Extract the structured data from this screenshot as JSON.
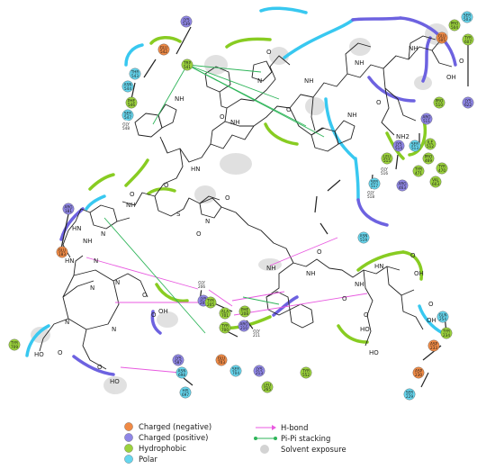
{
  "colors": {
    "negative": "#f08a45",
    "positive": "#8f86e6",
    "hydrophobic": "#9bd23c",
    "polar": "#66d6ee",
    "bond": "#222222",
    "hbond": "#e85ae0",
    "pistack": "#2fb55a",
    "solvent": "#c8c8c8",
    "pocket_blue": "#38c8f0",
    "pocket_purple": "#6d62e0",
    "pocket_green": "#88cc22"
  },
  "legend": [
    {
      "label": "Charged (negative)",
      "kind": "negative"
    },
    {
      "label": "Charged (positive)",
      "kind": "positive"
    },
    {
      "label": "Hydrophobic",
      "kind": "hydrophobic"
    },
    {
      "label": "Polar",
      "kind": "polar"
    },
    {
      "label": "H-bond",
      "kind": "hbond"
    },
    {
      "label": "Pi-Pi stacking",
      "kind": "pistack"
    },
    {
      "label": "Solvent exposure",
      "kind": "solvent"
    }
  ],
  "residues": [
    {
      "name": "SER 503",
      "kind": "polar"
    },
    {
      "name": "PRO 504",
      "kind": "hydrophobic"
    },
    {
      "name": "GLU 505",
      "kind": "negative"
    },
    {
      "name": "TYR 607",
      "kind": "hydrophobic"
    },
    {
      "name": "LYS 539",
      "kind": "positive"
    },
    {
      "name": "GLU 542",
      "kind": "negative"
    },
    {
      "name": "TRP 541",
      "kind": "hydrophobic"
    },
    {
      "name": "THR 543",
      "kind": "polar"
    },
    {
      "name": "ASN 544",
      "kind": "polar"
    },
    {
      "name": "LYS 622",
      "kind": "positive"
    },
    {
      "name": "PHE 546",
      "kind": "hydrophobic"
    },
    {
      "name": "SER 547",
      "kind": "polar"
    },
    {
      "name": "GLY 548",
      "kind": "none"
    },
    {
      "name": "PRO 510",
      "kind": "hydrophobic"
    },
    {
      "name": "ARG 511",
      "kind": "positive"
    },
    {
      "name": "LYS 514",
      "kind": "positive"
    },
    {
      "name": "SER 513",
      "kind": "polar"
    },
    {
      "name": "ILE 512",
      "kind": "hydrophobic"
    },
    {
      "name": "PRO 469",
      "kind": "hydrophobic"
    },
    {
      "name": "TYR 470",
      "kind": "hydrophobic"
    },
    {
      "name": "LEU 515",
      "kind": "hydrophobic"
    },
    {
      "name": "TYR 471",
      "kind": "hydrophobic"
    },
    {
      "name": "GLY 516",
      "kind": "none"
    },
    {
      "name": "VAL 603",
      "kind": "hydrophobic"
    },
    {
      "name": "ARG 463",
      "kind": "positive"
    },
    {
      "name": "SER 517",
      "kind": "polar"
    },
    {
      "name": "GLY 518",
      "kind": "none"
    },
    {
      "name": "ASN 519",
      "kind": "polar"
    },
    {
      "name": "ARG 181",
      "kind": "positive"
    },
    {
      "name": "GLU 183",
      "kind": "negative"
    },
    {
      "name": "GLY 206",
      "kind": "none"
    },
    {
      "name": "LYS 207",
      "kind": "positive"
    },
    {
      "name": "PHE 208",
      "kind": "hydrophobic"
    },
    {
      "name": "GLN 254",
      "kind": "polar"
    },
    {
      "name": "TYR 205",
      "kind": "hydrophobic"
    },
    {
      "name": "ARG 210",
      "kind": "positive"
    },
    {
      "name": "ALA 701",
      "kind": "hydrophobic"
    },
    {
      "name": "TYR 700",
      "kind": "hydrophobic"
    },
    {
      "name": "GLY 211",
      "kind": "none"
    },
    {
      "name": "TYR 234",
      "kind": "hydrophobic"
    },
    {
      "name": "TYR 709",
      "kind": "hydrophobic"
    },
    {
      "name": "LYS 587",
      "kind": "positive"
    },
    {
      "name": "ASP 233",
      "kind": "negative"
    },
    {
      "name": "GLU 703",
      "kind": "negative"
    },
    {
      "name": "SER 704",
      "kind": "polar"
    },
    {
      "name": "LYS 213",
      "kind": "positive"
    },
    {
      "name": "TYR 552",
      "kind": "hydrophobic"
    },
    {
      "name": "ASN 698",
      "kind": "polar"
    },
    {
      "name": "HIS 697",
      "kind": "polar"
    },
    {
      "name": "LEU 265",
      "kind": "hydrophobic"
    },
    {
      "name": "ASP 230",
      "kind": "negative"
    },
    {
      "name": "SER 229",
      "kind": "polar"
    }
  ],
  "atoms": [
    "NH",
    "NH",
    "HN",
    "NH",
    "NH",
    "NH",
    "NH",
    "N",
    "O",
    "OH",
    "O",
    "NH2",
    "O",
    "O",
    "O",
    "O",
    "S",
    "N",
    "O",
    "O",
    "N",
    "NH",
    "N",
    "NH",
    "O",
    "HN",
    "NH",
    "HN",
    "N",
    "N",
    "N",
    "N",
    "O",
    "OH",
    "O",
    "HO",
    "O",
    "HO",
    "O",
    "NH",
    "O",
    "OH",
    "O",
    "HN",
    "NH",
    "O",
    "OH",
    "O",
    "HO",
    "O",
    "HO"
  ]
}
